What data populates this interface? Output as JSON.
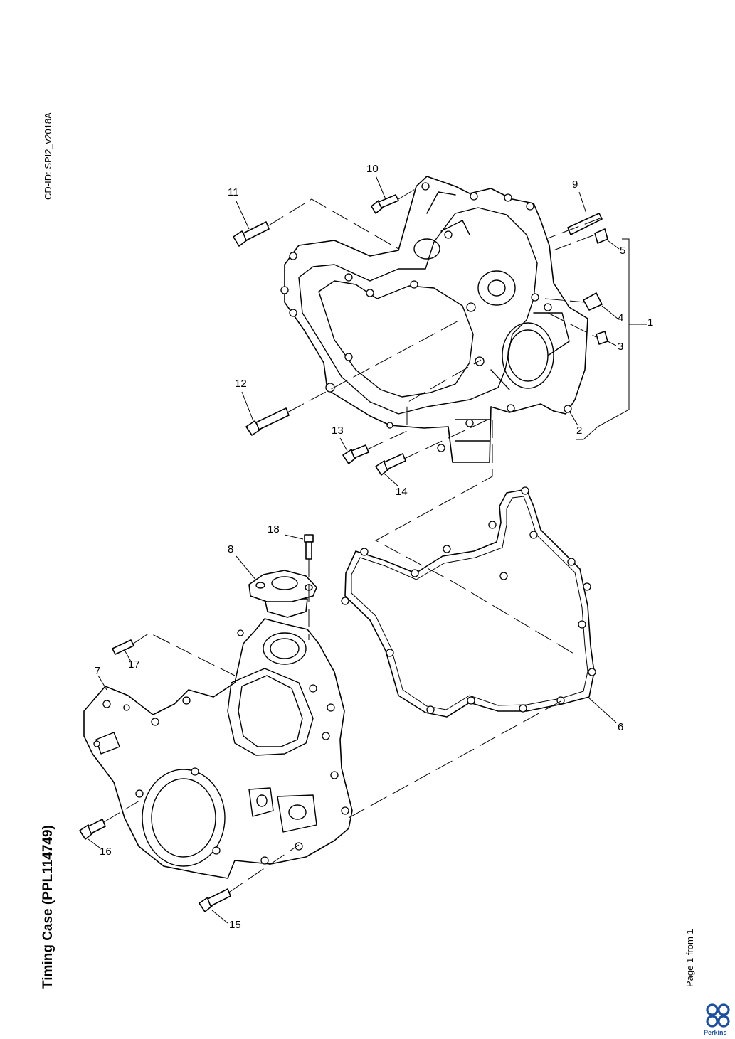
{
  "header": {
    "cd_id": "CD-ID: SPI2_v2018A"
  },
  "title": "Timing Case (PPL114749)",
  "footer": {
    "page": "Page 1 from 1",
    "brand": "Perkins"
  },
  "colors": {
    "brand": "#1d4f9c",
    "line": "#000000",
    "background": "#ffffff"
  },
  "callouts": [
    "1",
    "2",
    "3",
    "4",
    "5",
    "6",
    "7",
    "8",
    "9",
    "10",
    "11",
    "12",
    "13",
    "14",
    "15",
    "16",
    "17",
    "18"
  ]
}
